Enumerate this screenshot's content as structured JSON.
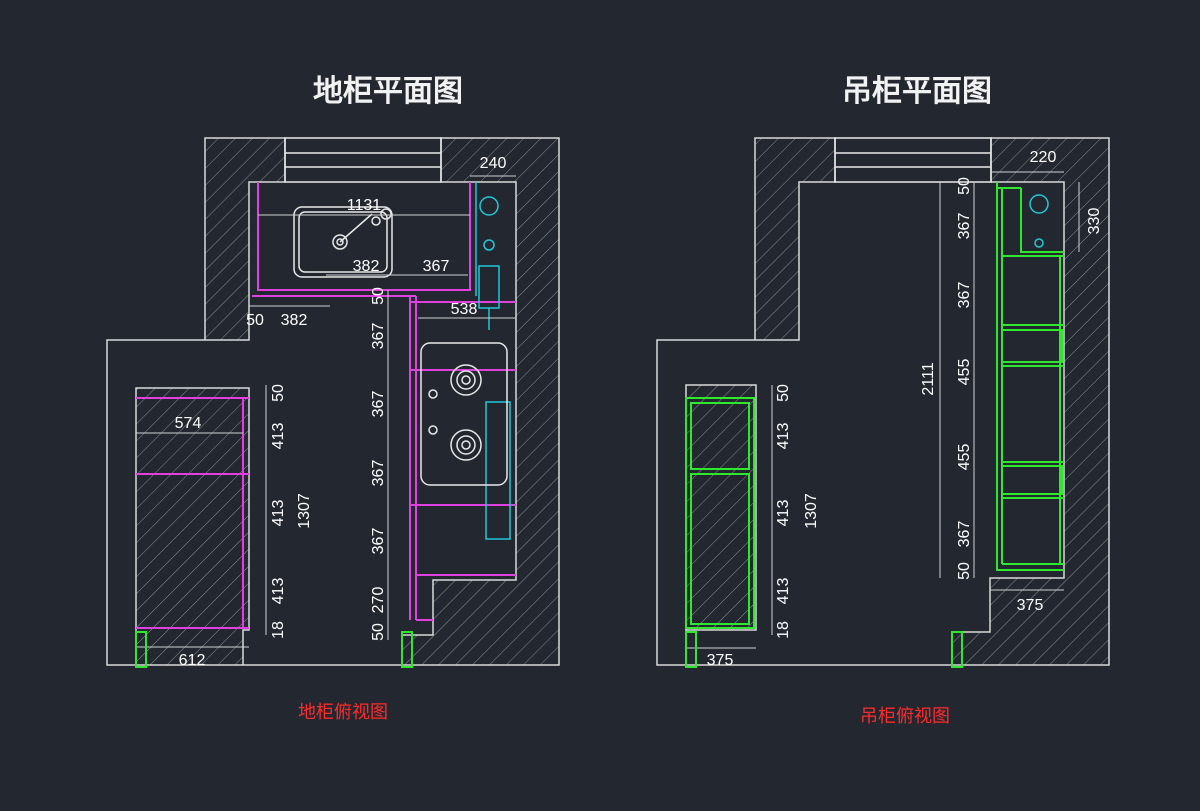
{
  "base_cabinet": {
    "title": "地柜平面图",
    "caption": "地柜俯视图",
    "dimensions": {
      "wall_top": "240",
      "sink_width": "1131",
      "sink_left": "382",
      "sink_right": "367",
      "gap_left": "50",
      "gap_mid": "382",
      "counter_right": "538",
      "left_depth": "574",
      "left_bottom": "612",
      "left_col": [
        "50",
        "413",
        "413",
        "413",
        "18"
      ],
      "left_total": "1307",
      "mid_col": [
        "50",
        "367",
        "367",
        "367",
        "367",
        "270",
        "50"
      ]
    }
  },
  "wall_cabinet": {
    "title": "吊柜平面图",
    "caption": "吊柜俯视图",
    "dimensions": {
      "wall_top": "220",
      "top_depth": "330",
      "right_col": [
        "50",
        "367",
        "367",
        "455",
        "455",
        "367",
        "50"
      ],
      "right_total": "2111",
      "right_bottom": "375",
      "left_col": [
        "50",
        "413",
        "413",
        "413",
        "18"
      ],
      "left_total": "1307",
      "left_bottom": "375"
    }
  },
  "colors": {
    "background": "#232830",
    "base_cabinet_lines": "#e040e0",
    "wall_cabinet_lines": "#2ee82e",
    "appliance_lines": "#20c8d8",
    "caption": "#ff2a2a"
  }
}
